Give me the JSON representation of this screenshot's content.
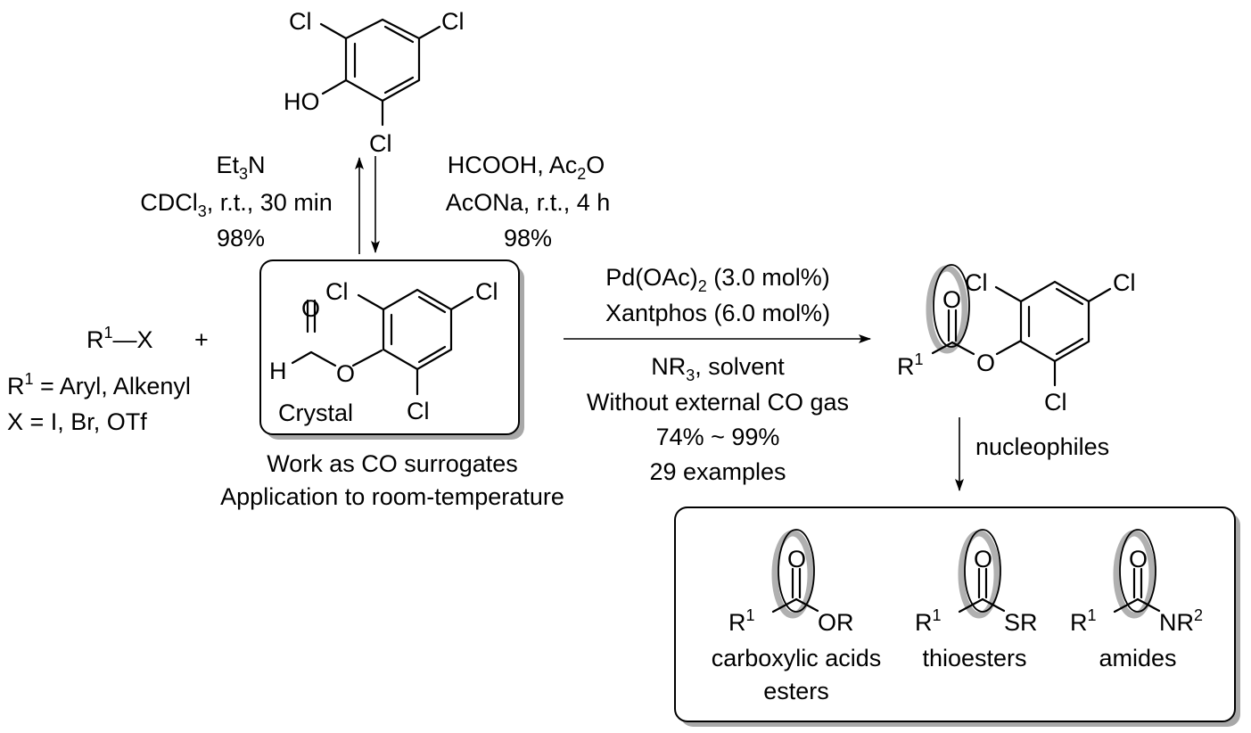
{
  "scheme": {
    "phenol": {
      "name": "2,4,6-trichlorophenol",
      "atoms": {
        "cl_top_left": "Cl",
        "cl_top_right": "Cl",
        "cl_bottom": "Cl",
        "oh": "HO"
      }
    },
    "arrow_up_conditions": {
      "line1_main": "Et",
      "line1_sub": "3",
      "line1_end": "N",
      "line2_main": "CDCl",
      "line2_sub": "3",
      "line2_end": ", r.t., 30 min",
      "yield": "98%"
    },
    "arrow_down_conditions": {
      "line1_main": "HCOOH, Ac",
      "line1_sub": "2",
      "line1_end": "O",
      "line2": "AcONa, r.t., 4 h",
      "yield": "98%"
    },
    "reactant": {
      "r": "R",
      "sup": "1",
      "dash_x": "—X",
      "plus": "+",
      "r_def_main": "R",
      "r_def_sup": "1",
      "r_def_end": " = Aryl, Alkenyl",
      "x_def": "X = I, Br, OTf"
    },
    "surrogate": {
      "atoms": {
        "o_carbonyl": "O",
        "h": "H",
        "o_ester": "O",
        "cl_top_left": "Cl",
        "cl_top_right": "Cl",
        "cl_bottom": "Cl"
      },
      "label": "Crystal",
      "caption_line1": "Work as CO surrogates",
      "caption_line2": "Application to room-temperature"
    },
    "main_arrow_conditions": {
      "above1_main": "Pd(OAc)",
      "above1_sub": "2",
      "above1_end": " (3.0 mol%)",
      "above2": "Xantphos (6.0 mol%)",
      "below1_main": "NR",
      "below1_sub": "3",
      "below1_end": ", solvent",
      "below2": "Without external CO gas",
      "below3": "74% ~ 99%",
      "below4": "29 examples"
    },
    "product": {
      "atoms": {
        "r": "R",
        "r_sup": "1",
        "o_carbonyl": "O",
        "o_ester": "O",
        "cl_top_left": "Cl",
        "cl_top_right": "Cl",
        "cl_bottom": "Cl"
      }
    },
    "nucleophile_arrow": {
      "label": "nucleophiles"
    },
    "derivatives": [
      {
        "r": "R",
        "r_sup": "1",
        "o": "O",
        "group_main": "OR",
        "group_sup": "",
        "label_line1": "carboxylic acids",
        "label_line2": "esters"
      },
      {
        "r": "R",
        "r_sup": "1",
        "o": "O",
        "group_main": "SR",
        "group_sup": "",
        "label_line1": "thioesters",
        "label_line2": ""
      },
      {
        "r": "R",
        "r_sup": "1",
        "o": "O",
        "group_main": "NR",
        "group_sup": "2",
        "label_line1": "amides",
        "label_line2": ""
      }
    ]
  }
}
